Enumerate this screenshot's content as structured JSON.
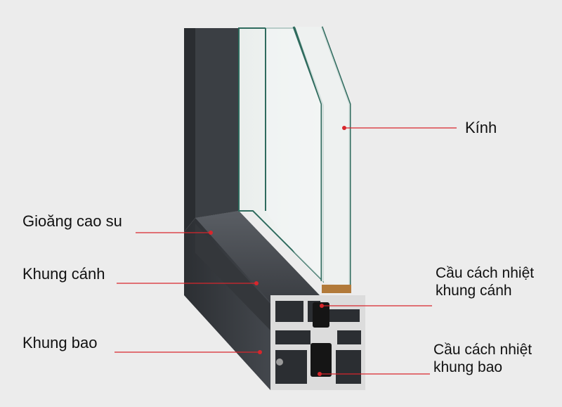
{
  "labels": {
    "kinh": "Kính",
    "gioang": "Gioăng cao su",
    "khung_canh": "Khung cánh",
    "khung_bao": "Khung bao",
    "cau_canh": [
      "Cầu cách nhiệt",
      "khung cánh"
    ],
    "cau_bao": [
      "Cầu cách nhiệt",
      "khung bao"
    ]
  },
  "colors": {
    "background": "#ececec",
    "leader_line": "#d8262c",
    "frame_face": "#3a3d42",
    "frame_dark": "#25282c",
    "aluminum_cut": "#dcdcdc",
    "glass_edge": "#2f6b5e",
    "thermal_bridge": "#151515"
  }
}
